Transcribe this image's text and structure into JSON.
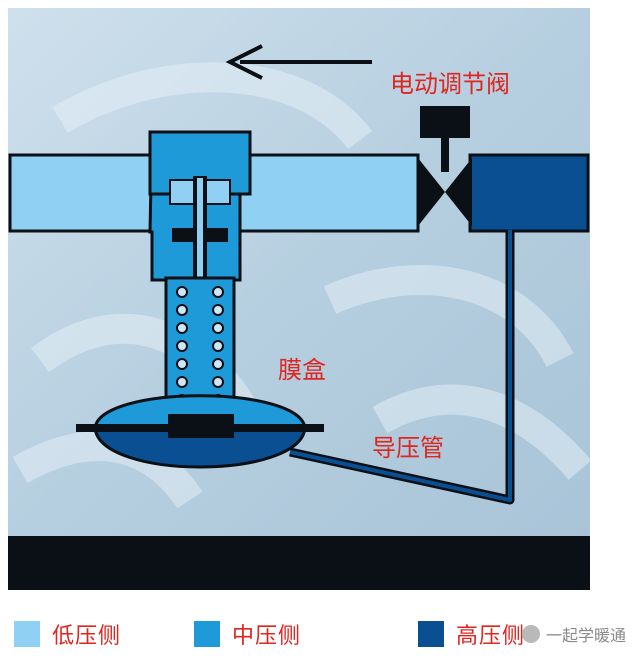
{
  "labels": {
    "valve": "电动调节阀",
    "diaphragm": "膜盒",
    "pressure_tube": "导压管"
  },
  "legend": [
    {
      "label": "低压侧",
      "color": "#8fd0f3"
    },
    {
      "label": "中压侧",
      "color": "#1e9ad9"
    },
    {
      "label": "高压侧",
      "color": "#0b4f93"
    }
  ],
  "watermark": "一起学暖通",
  "colors": {
    "low": "#8fd0f3",
    "mid": "#1e9ad9",
    "high": "#0b4f93",
    "dark": "#0a1016",
    "label_red": "#e0241e"
  }
}
